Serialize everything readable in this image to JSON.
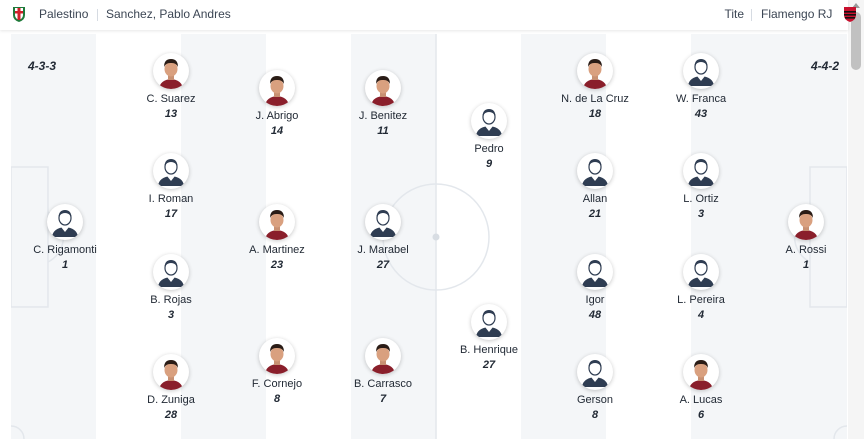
{
  "header": {
    "home_team": "Palestino",
    "home_coach": "Sanchez, Pablo Andres",
    "away_coach": "Tite",
    "away_team": "Flamengo RJ"
  },
  "colors": {
    "pitch_stripe": "#f4f6f8",
    "pitch_line": "#e3e7ec",
    "text": "#222a35",
    "palestino_red": "#d0202a",
    "palestino_green": "#1f7a3a",
    "flamengo_red": "#c8102e"
  },
  "home": {
    "formation": "4-3-3",
    "players": [
      {
        "name": "C. Rigamonti",
        "number": "1",
        "avatar": "placeholder-person-icon"
      },
      {
        "name": "C. Suarez",
        "number": "13",
        "avatar": "player-photo-icon"
      },
      {
        "name": "I. Roman",
        "number": "17",
        "avatar": "placeholder-person-icon"
      },
      {
        "name": "B. Rojas",
        "number": "3",
        "avatar": "placeholder-person-icon"
      },
      {
        "name": "D. Zuniga",
        "number": "28",
        "avatar": "player-photo-icon"
      },
      {
        "name": "J. Abrigo",
        "number": "14",
        "avatar": "player-photo-icon"
      },
      {
        "name": "A. Martinez",
        "number": "23",
        "avatar": "player-photo-icon"
      },
      {
        "name": "F. Cornejo",
        "number": "8",
        "avatar": "player-photo-icon"
      },
      {
        "name": "J. Benitez",
        "number": "11",
        "avatar": "player-photo-icon"
      },
      {
        "name": "J. Marabel",
        "number": "27",
        "avatar": "placeholder-person-icon"
      },
      {
        "name": "B. Carrasco",
        "number": "7",
        "avatar": "player-photo-icon"
      }
    ]
  },
  "away": {
    "formation": "4-4-2",
    "players": [
      {
        "name": "Pedro",
        "number": "9",
        "avatar": "placeholder-person-icon"
      },
      {
        "name": "B. Henrique",
        "number": "27",
        "avatar": "placeholder-person-icon"
      },
      {
        "name": "N. de La Cruz",
        "number": "18",
        "avatar": "player-photo-icon"
      },
      {
        "name": "Allan",
        "number": "21",
        "avatar": "placeholder-person-icon"
      },
      {
        "name": "Igor",
        "number": "48",
        "avatar": "placeholder-person-icon"
      },
      {
        "name": "Gerson",
        "number": "8",
        "avatar": "placeholder-person-icon"
      },
      {
        "name": "W. Franca",
        "number": "43",
        "avatar": "placeholder-person-icon"
      },
      {
        "name": "L. Ortiz",
        "number": "3",
        "avatar": "placeholder-person-icon"
      },
      {
        "name": "L. Pereira",
        "number": "4",
        "avatar": "placeholder-person-icon"
      },
      {
        "name": "A. Lucas",
        "number": "6",
        "avatar": "player-photo-icon"
      },
      {
        "name": "A. Rossi",
        "number": "1",
        "avatar": "player-photo-icon"
      }
    ]
  }
}
